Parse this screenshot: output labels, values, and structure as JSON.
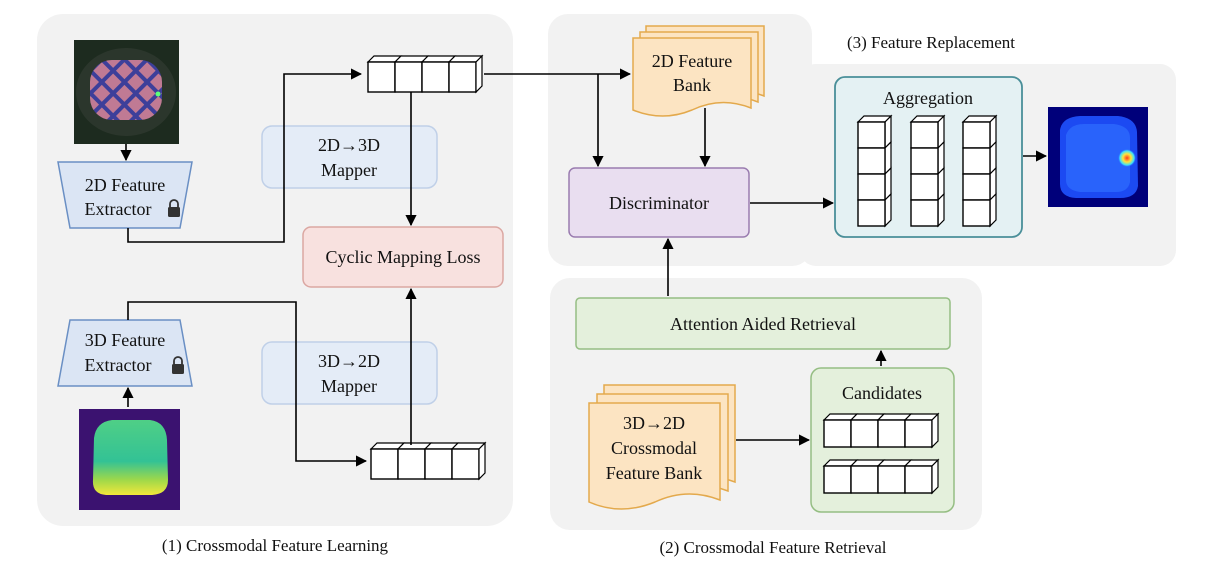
{
  "panels": {
    "learning": {
      "caption": "(1) Crossmodal Feature Learning"
    },
    "retrieval": {
      "caption": "(2) Crossmodal Feature Retrieval"
    },
    "replacement": {
      "caption": "(3) Feature Replacement"
    }
  },
  "nodes": {
    "extractor_2d": [
      "2D Feature",
      "Extractor"
    ],
    "extractor_3d": [
      "3D Feature",
      "Extractor"
    ],
    "mapper_2d3d": [
      "2D→3D",
      "Mapper"
    ],
    "mapper_3d2d": [
      "3D→2D",
      "Mapper"
    ],
    "cyclic_loss": "Cyclic Mapping Loss",
    "feature_bank_2d": [
      "2D Feature",
      "Bank"
    ],
    "discriminator": "Discriminator",
    "aggregation": "Aggregation",
    "attention_retrieval": "Attention Aided Retrieval",
    "candidates": "Candidates",
    "crossmodal_bank": [
      "3D→2D",
      "Crossmodal",
      "Feature Bank"
    ]
  },
  "colors": {
    "panel_bg": "#f2f2f2",
    "extractor_fill": "#dbe5f4",
    "extractor_stroke": "#6a8fc4",
    "mapper_fill": "#e4ecf7",
    "mapper_stroke": "#c0d0e8",
    "loss_fill": "#f8e1df",
    "loss_stroke": "#dba7a2",
    "bank_fill": "#fce4c2",
    "bank_stroke": "#e3a94c",
    "disc_fill": "#e9def0",
    "disc_stroke": "#9a7cb0",
    "agg_fill": "#e4f1f3",
    "agg_stroke": "#4a8f99",
    "green_fill": "#e4f0dc",
    "green_stroke": "#95be83"
  },
  "icons": {
    "lock": "lock-icon",
    "rgb_input": "rgb-input-image",
    "depth_input": "depth-input-image",
    "anomaly_map": "anomaly-map-image"
  }
}
